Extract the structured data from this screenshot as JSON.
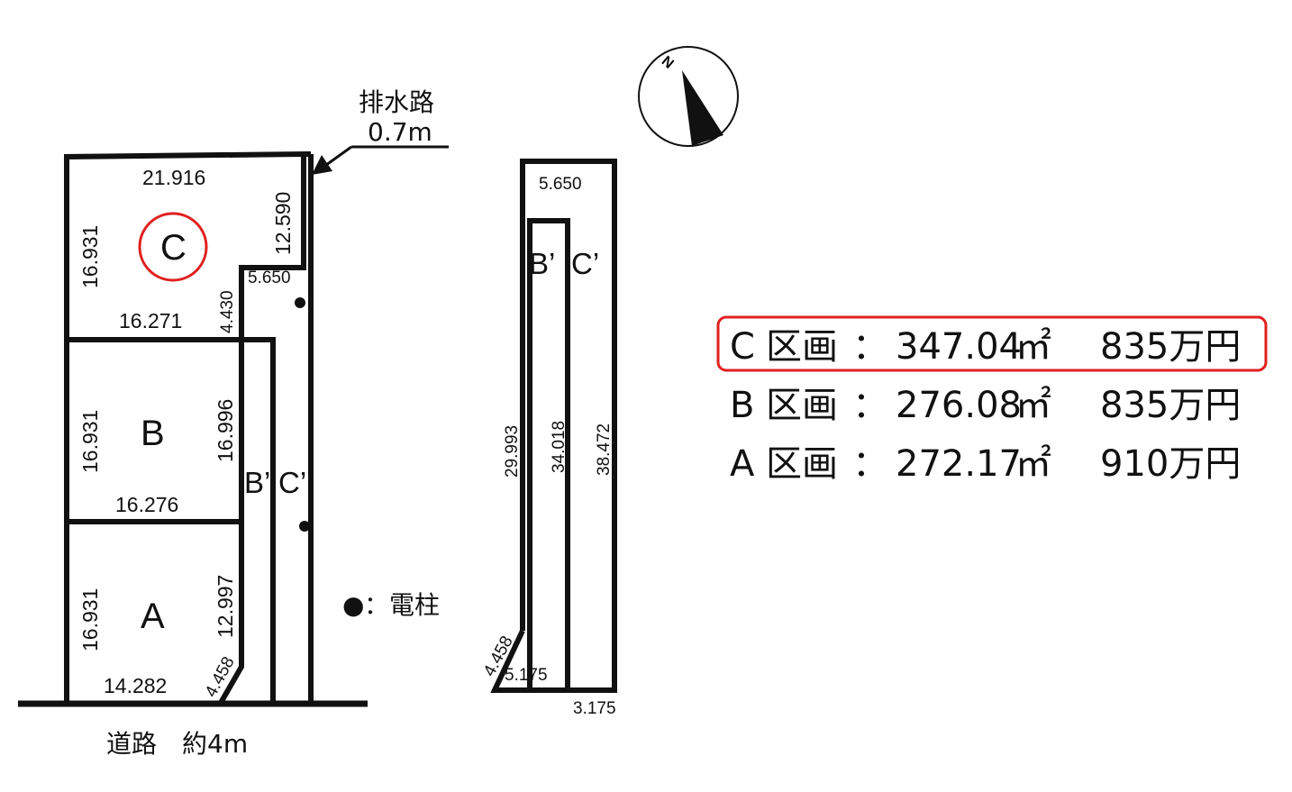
{
  "drain": {
    "label": "排水路",
    "width": "0.7m"
  },
  "road": {
    "label": "道路　約4m"
  },
  "pole_legend": {
    "marker": "●",
    "text": "：電柱"
  },
  "compass": {
    "label": "N"
  },
  "colors": {
    "highlight": "#e02020",
    "line": "#111111"
  },
  "lots": {
    "c": {
      "name": "C",
      "top": "21.916",
      "left": "16.931",
      "right": "12.590",
      "bottom": "16.271",
      "notch_top": "5.650",
      "notch_side": "4.430"
    },
    "b": {
      "name": "B",
      "left": "16.931",
      "right": "16.996",
      "bottom": "16.276"
    },
    "a": {
      "name": "A",
      "left": "16.931",
      "right": "12.997",
      "bottom": "14.282",
      "corner": "4.458"
    },
    "strip": {
      "b_label": "B’",
      "c_label": "C’"
    }
  },
  "detail": {
    "top": "5.650",
    "b_label": "B’",
    "c_label": "C’",
    "left": "29.993",
    "middle": "34.018",
    "right": "38.472",
    "corner": "4.458",
    "bottom_inner": "5.175",
    "bottom_outer": "3.175"
  },
  "summary": [
    {
      "lot": "C",
      "label": "区画",
      "sep": "：",
      "area": "347.04",
      "unit": "㎡",
      "price": "835万円",
      "highlighted": true
    },
    {
      "lot": "B",
      "label": "区画",
      "sep": "：",
      "area": "276.08",
      "unit": "㎡",
      "price": "835万円",
      "highlighted": false
    },
    {
      "lot": "A",
      "label": "区画",
      "sep": "：",
      "area": "272.17",
      "unit": "㎡",
      "price": "910万円",
      "highlighted": false
    }
  ]
}
